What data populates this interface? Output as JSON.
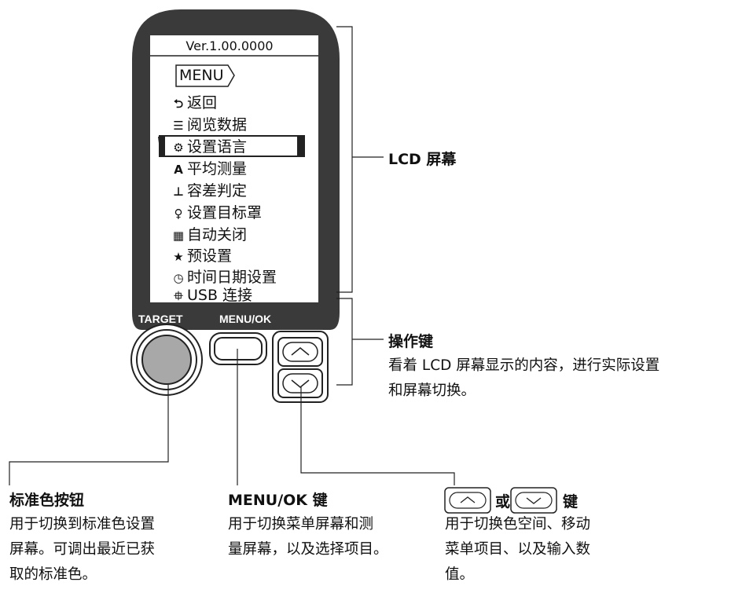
{
  "screen": {
    "version": "Ver.1.00.0000",
    "menu_title": "MENU",
    "items": [
      {
        "icon": "back-icon",
        "glyph": "⮌",
        "label": "返回"
      },
      {
        "icon": "list-icon",
        "glyph": "☰",
        "label": "阅览数据"
      },
      {
        "icon": "language-icon",
        "glyph": "⚙",
        "label": "设置语言",
        "selected": true
      },
      {
        "icon": "average-icon",
        "glyph": "A",
        "label": "平均测量"
      },
      {
        "icon": "tolerance-icon",
        "glyph": "⊥",
        "label": "容差判定"
      },
      {
        "icon": "target-mask-icon",
        "glyph": "♀",
        "label": "设置目标罩"
      },
      {
        "icon": "auto-off-icon",
        "glyph": "▦",
        "label": "自动关闭"
      },
      {
        "icon": "star-icon",
        "glyph": "★",
        "label": "预设置"
      },
      {
        "icon": "clock-icon",
        "glyph": "◷",
        "label": "时间日期设置"
      },
      {
        "icon": "usb-icon",
        "glyph": "⯐",
        "label": "USB 连接"
      }
    ]
  },
  "device_labels": {
    "target": "TARGET",
    "menu_ok": "MENU/OK"
  },
  "callouts": {
    "lcd": {
      "title": "LCD 屏幕"
    },
    "keys": {
      "title": "操作键",
      "line1": "看着 LCD 屏幕显示的内容，进行实际设置",
      "line2": "和屏幕切换。"
    },
    "target_button": {
      "title": "标准色按钮",
      "line1": "用于切换到标准色设置",
      "line2": "屏幕。可调出最近已获",
      "line3": "取的标准色。"
    },
    "menu_ok_key": {
      "title": "MENU/OK 键",
      "line1": "用于切换菜单屏幕和测",
      "line2": "量屏幕，以及选择项目。"
    },
    "arrow_keys": {
      "or": "或",
      "key": "键",
      "line1": "用于切换色空间、移动",
      "line2": "菜单项目、以及输入数",
      "line3": "值。"
    }
  },
  "colors": {
    "body": "#3a3a3a",
    "screen": "#ffffff",
    "button_gray": "#a8a8a8"
  }
}
